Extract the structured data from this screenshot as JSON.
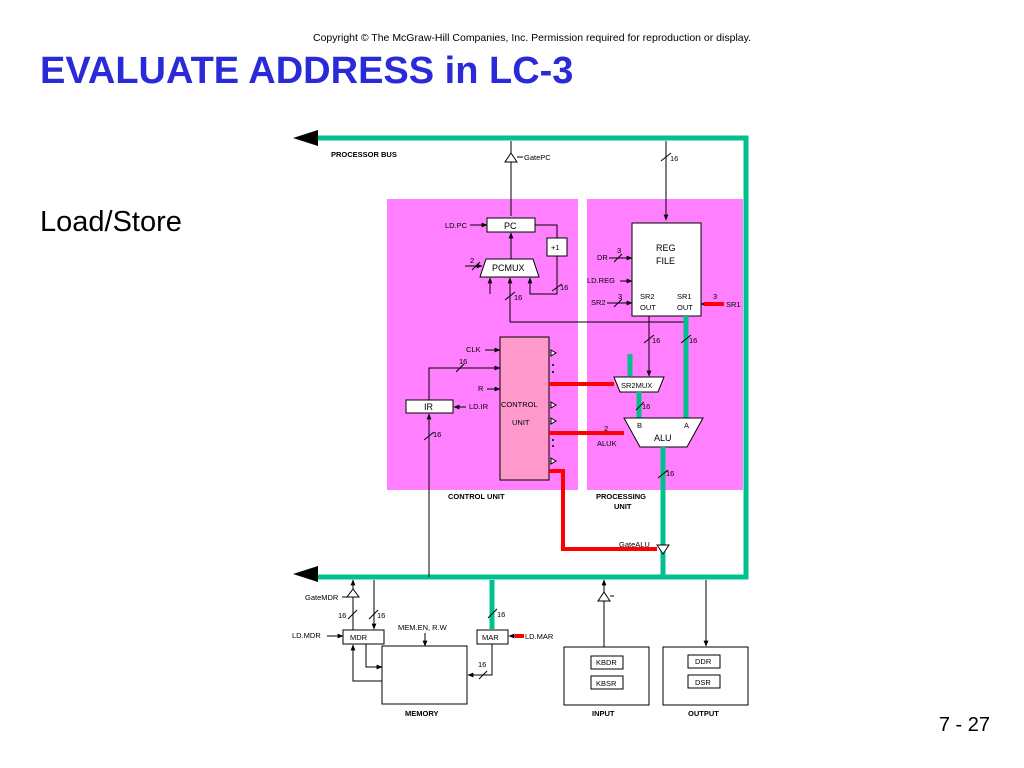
{
  "slide": {
    "copyright": "Copyright © The McGraw-Hill Companies, Inc.  Permission required for reproduction or display.",
    "title": "EVALUATE ADDRESS in LC-3",
    "subtitle": "Load/Store",
    "page_number": "7 - 27"
  },
  "diagram": {
    "processor_bus": "PROCESSOR BUS",
    "gate_pc": "GatePC",
    "bus_width": "16",
    "ld_pc": "LD.PC",
    "pc": "PC",
    "plus_one": "+1",
    "pcmux": "PCMUX",
    "pcmux_sel_width": "2",
    "pc_in_width": "16",
    "clk": "CLK",
    "r": "R",
    "ir": "IR",
    "ld_ir": "LD.IR",
    "ir_width": "16",
    "ir_out_width": "16",
    "control_unit_box": [
      "CONTROL",
      "UNIT"
    ],
    "control_unit": "CONTROL UNIT",
    "dr": "DR",
    "dr_width": "3",
    "ld_reg": "LD.REG",
    "sr2": "SR2",
    "sr2_width": "3",
    "reg_file": [
      "REG",
      "FILE"
    ],
    "sr2_out": [
      "SR2",
      "OUT"
    ],
    "sr1_out": [
      "SR1",
      "OUT"
    ],
    "sr1": "SR1",
    "sr1_width": "3",
    "sr2_out_width": "16",
    "sr1_out_width": "16",
    "sr2mux": "SR2MUX",
    "sr2mux_out_width": "16",
    "alu": "ALU",
    "alu_b": "B",
    "alu_a": "A",
    "aluk": "ALUK",
    "aluk_width": "2",
    "alu_out_width": "16",
    "processing_unit": [
      "PROCESSING",
      "UNIT"
    ],
    "gate_alu": "GateALU",
    "gate_mdr": "GateMDR",
    "mdr_width_a": "16",
    "mdr_width_b": "16",
    "ld_mdr": "LD.MDR",
    "mdr": "MDR",
    "mem_en_rw": "MEM.EN, R.W",
    "mar": "MAR",
    "mar_width": "16",
    "ld_mar": "LD.MAR",
    "mem_addr_width": "16",
    "memory": "MEMORY",
    "kbdr": "KBDR",
    "kbsr": "KBSR",
    "input": "INPUT",
    "ddr": "DDR",
    "dsr": "DSR",
    "output": "OUTPUT",
    "colors": {
      "title_blue": "#2a2ad8",
      "highlight_bus": "#00c090",
      "control_signal": "#ff0000",
      "unit_fill": "#ff7fff",
      "control_box_fill": "#ff99cc"
    }
  }
}
